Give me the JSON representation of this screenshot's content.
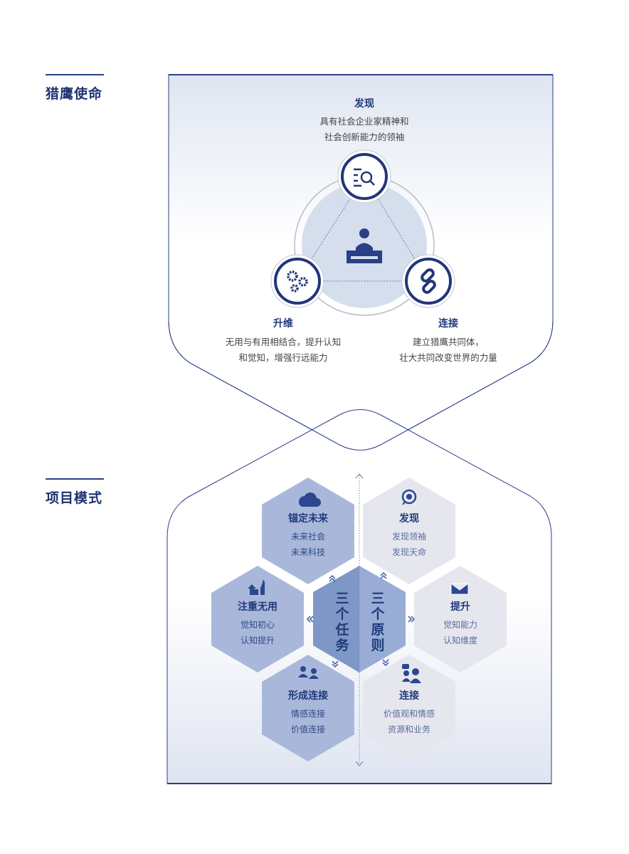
{
  "sections": {
    "mission": "猎鹰使命",
    "model": "项目模式"
  },
  "mission": {
    "discover": {
      "title": "发现",
      "lines": [
        "具有社会企业家精神和",
        "社会创新能力的领袖"
      ],
      "icon": "search-list-icon"
    },
    "upgrade": {
      "title": "升维",
      "lines": [
        "无用与有用相结合，提升认知",
        "和觉知，增强行远能力"
      ],
      "icon": "gears-icon"
    },
    "connect": {
      "title": "连接",
      "lines": [
        "建立猎鹰共同体，",
        "壮大共同改变世界的力量"
      ],
      "icon": "link-icon"
    },
    "center_icon": "reader-desk-icon"
  },
  "model": {
    "center_left": "三个任务",
    "center_right": "三个原则",
    "tasks": [
      {
        "title": "锚定未来",
        "lines": [
          "未来社会",
          "未来科技"
        ],
        "icon": "cloud-icon"
      },
      {
        "title": "注重无用",
        "lines": [
          "觉知初心",
          "认知提升"
        ],
        "icon": "thumbs-up-icon"
      },
      {
        "title": "形成连接",
        "lines": [
          "情感连接",
          "价值连接"
        ],
        "icon": "people-exchange-icon"
      }
    ],
    "principles": [
      {
        "title": "发现",
        "lines": [
          "发现领袖",
          "发现天命"
        ],
        "icon": "globe-search-icon"
      },
      {
        "title": "提升",
        "lines": [
          "觉知能力",
          "认知维度"
        ],
        "icon": "envelope-icon"
      },
      {
        "title": "连接",
        "lines": [
          "价值观和情感",
          "资源和业务"
        ],
        "icon": "people-chat-icon"
      }
    ]
  },
  "colors": {
    "navy": "#1f3272",
    "task_hex": "#a9b8da",
    "principle_hex": "#e6e7ee",
    "center_left": "#7f97c6",
    "center_right": "#98acd6"
  }
}
